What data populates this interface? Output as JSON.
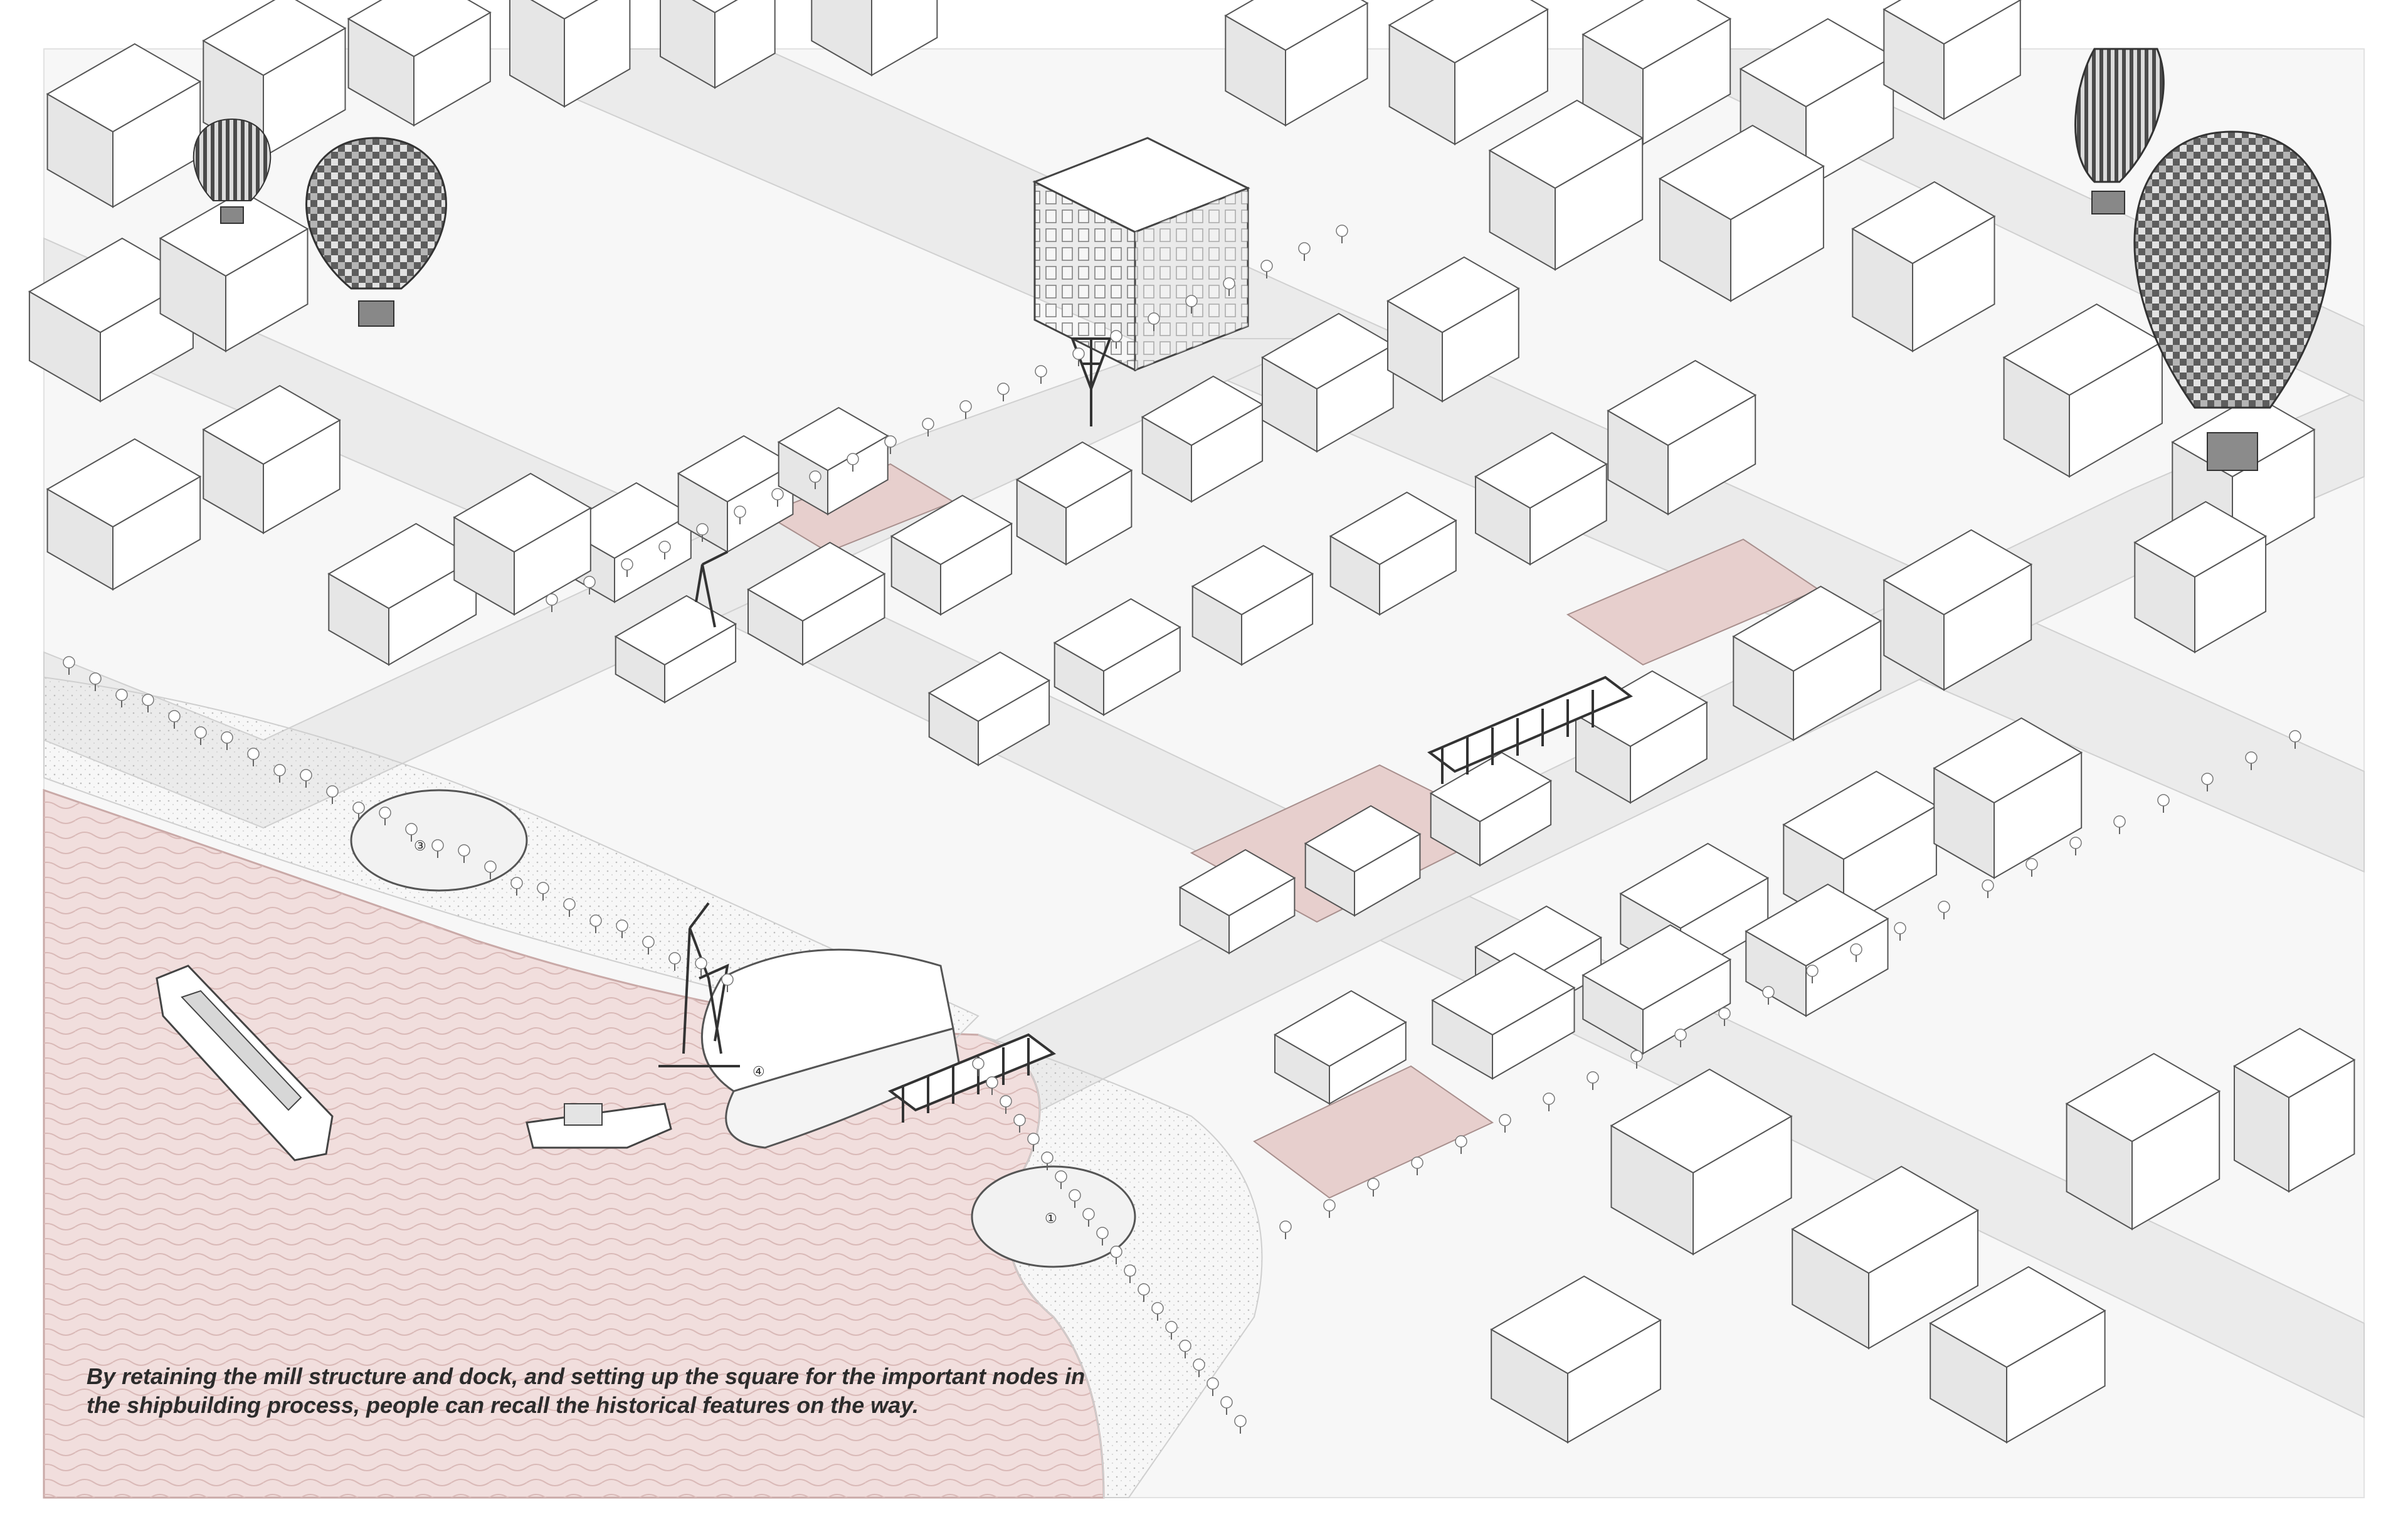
{
  "caption": "By retaining the mill structure and dock, and setting up the square for the important nodes in the shipbuilding process, people can recall the historical features on the way.",
  "markers": [
    {
      "id": "square-1",
      "label": "①"
    },
    {
      "id": "square-3",
      "label": "③"
    },
    {
      "id": "dock-4",
      "label": "④"
    }
  ],
  "colors": {
    "frame": "#efefef",
    "ground": "#f7f7f7",
    "road": "#e9e9e9",
    "water": "#f1dedd",
    "plaza": "#e7cfcd",
    "building": "#ffffff",
    "building_side": "#e6e6e6",
    "building_shade": "#d2d2d2",
    "outline": "#555555",
    "balloon_dark": "#6d6d6d",
    "balloon_mid": "#a8a8a8"
  }
}
